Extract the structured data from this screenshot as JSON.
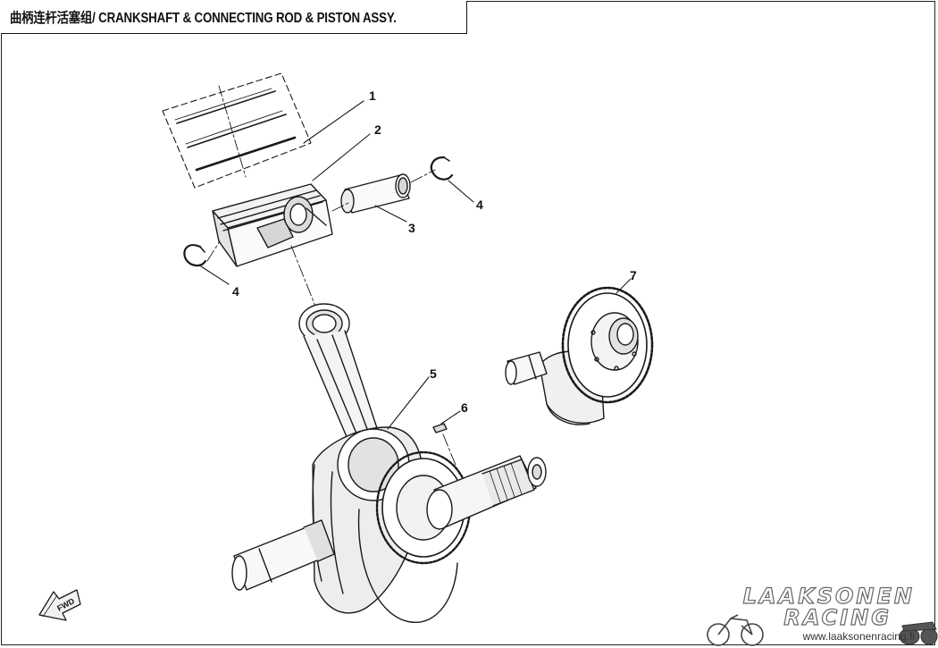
{
  "title": "曲柄连杆活塞组/ CRANKSHAFT & CONNECTING ROD & PISTON ASSY.",
  "callouts": {
    "c1": "1",
    "c2": "2",
    "c3": "3",
    "c4a": "4",
    "c4b": "4",
    "c5": "5",
    "c6": "6",
    "c7": "7"
  },
  "fwd_label": "FWD",
  "watermark": {
    "line1": "LAAKSONEN",
    "line2": "RACING",
    "url": "www.laaksonenracing.fi"
  },
  "colors": {
    "line": "#1a1a1a",
    "shade": "#cfcfcf",
    "logo": "#6a6a6a"
  }
}
